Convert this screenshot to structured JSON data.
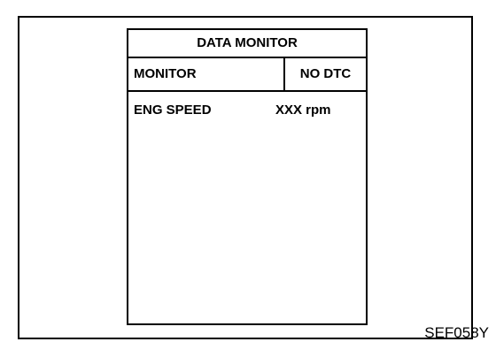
{
  "screen": {
    "title": "DATA MONITOR",
    "header": {
      "monitor_label": "MONITOR",
      "status": "NO DTC"
    },
    "items": [
      {
        "name": "ENG SPEED",
        "value": "XXX rpm"
      }
    ]
  },
  "figure_code": "SEF058Y"
}
